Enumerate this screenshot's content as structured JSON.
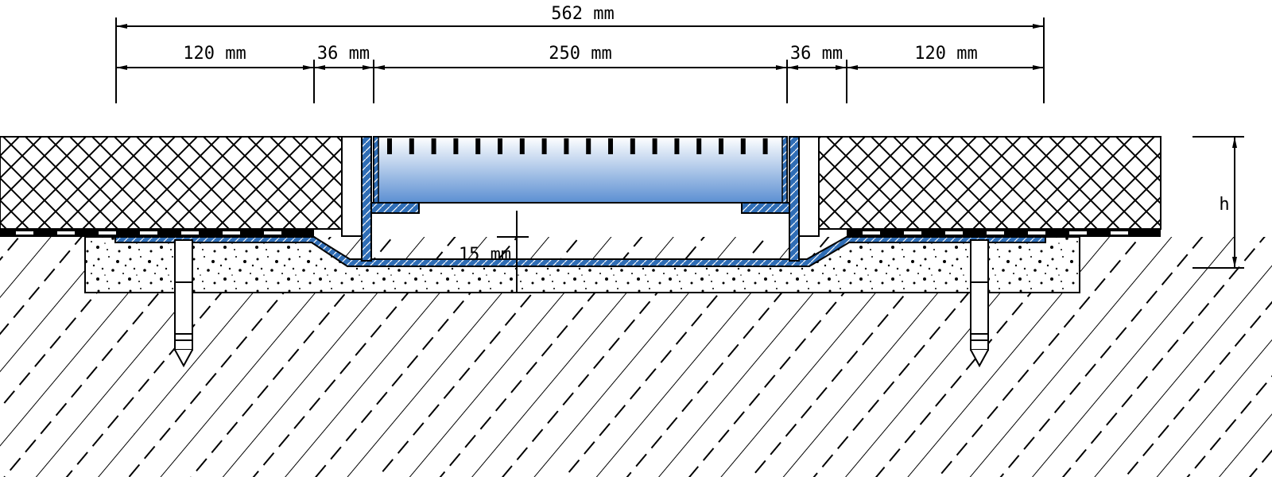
{
  "dimensions": {
    "total": "562 mm",
    "left_flange": "120 mm",
    "left_gap": "36 mm",
    "channel": "250 mm",
    "right_gap": "36 mm",
    "right_flange": "120 mm",
    "depth": "15 mm",
    "height": "h"
  },
  "colors": {
    "channel_blue": "#2f6db5",
    "grate_gradient_top": "#ffffff",
    "grate_gradient_bottom": "#5b8fd2",
    "line": "#000000"
  }
}
